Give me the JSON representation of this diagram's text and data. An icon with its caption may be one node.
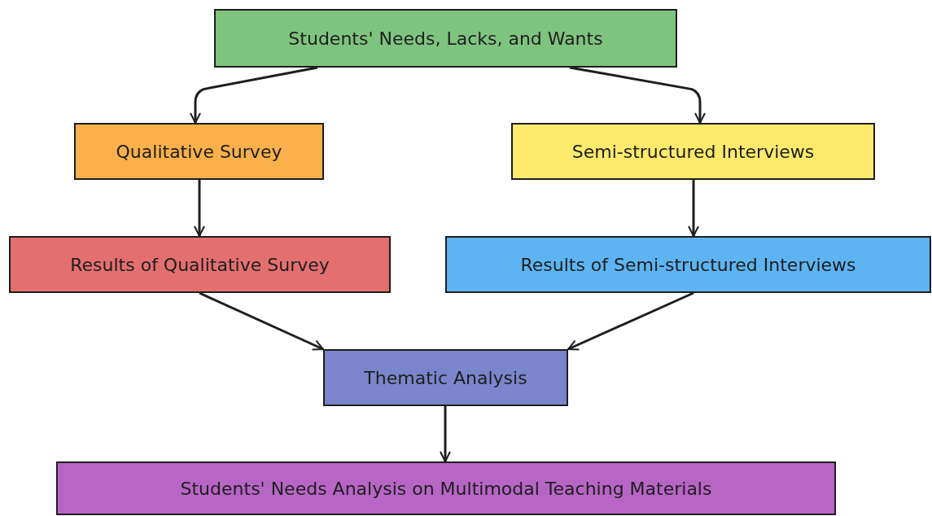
{
  "diagram": {
    "nodes": [
      {
        "text": [
          "Students' Needs, Lacks, and Wants"
        ]
      },
      {
        "text": [
          "Qualitative Survey"
        ]
      },
      {
        "text": [
          "Semi-structured Interviews"
        ]
      },
      {
        "text": [
          "Results of Qualitative Survey"
        ]
      },
      {
        "text": [
          "Results of Semi-structured Interviews"
        ]
      },
      {
        "text": [
          "Thematic Analysis"
        ]
      },
      {
        "text": [
          "Students' Needs Analysis on Multimodal Teaching Materials"
        ]
      }
    ],
    "edges": [
      {
        "from": 0,
        "to": 1,
        "arrow": "to"
      },
      {
        "from": 0,
        "to": 2,
        "arrow": "to"
      },
      {
        "from": 1,
        "to": 3,
        "arrow": "to"
      },
      {
        "from": 2,
        "to": 4,
        "arrow": "to"
      },
      {
        "from": 3,
        "to": 5,
        "arrow": "to"
      },
      {
        "from": 4,
        "to": 5,
        "arrow": "to"
      },
      {
        "from": 5,
        "to": 6,
        "arrow": "to"
      }
    ]
  }
}
